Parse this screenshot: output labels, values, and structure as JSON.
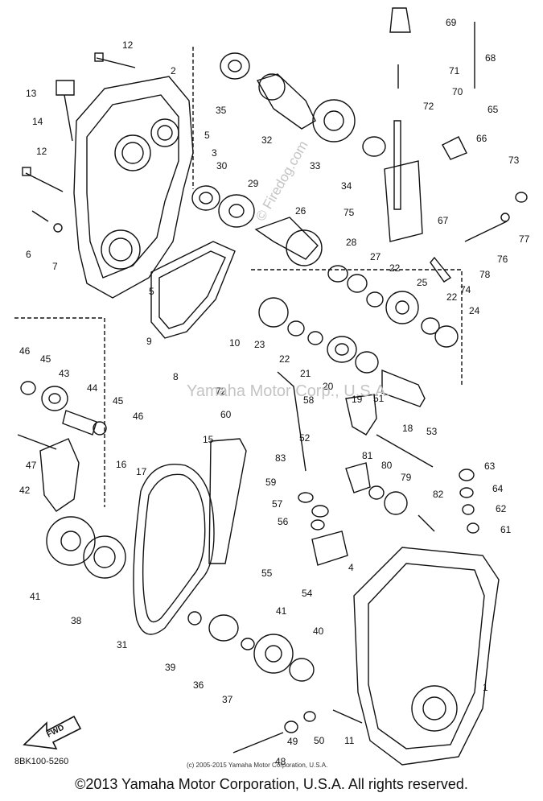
{
  "diagram": {
    "part_code": "8BK100-5260",
    "small_copyright": "(c) 2005-2015 Yamaha Motor Corporation, U.S.A.",
    "footer_copyright": "©2013 Yamaha Motor Corporation, U.S.A. All rights reserved.",
    "fwd_label": "FWD",
    "watermarks": [
      "© Firedog.com",
      "Yamaha Motor Corp., U.S.A."
    ],
    "callouts": [
      "1",
      "3",
      "4",
      "5",
      "5",
      "6",
      "7",
      "8",
      "9",
      "10",
      "11",
      "12",
      "12",
      "13",
      "14",
      "15",
      "16",
      "17",
      "18",
      "19",
      "20",
      "21",
      "22",
      "22",
      "22",
      "23",
      "24",
      "25",
      "26",
      "27",
      "28",
      "29",
      "30",
      "31",
      "32",
      "33",
      "34",
      "35",
      "36",
      "37",
      "38",
      "39",
      "40",
      "41",
      "41",
      "42",
      "43",
      "44",
      "45",
      "45",
      "46",
      "46",
      "47",
      "48",
      "49",
      "50",
      "51",
      "52",
      "53",
      "54",
      "55",
      "56",
      "57",
      "58",
      "59",
      "60",
      "61",
      "62",
      "63",
      "64",
      "65",
      "66",
      "67",
      "68",
      "69",
      "70",
      "71",
      "72",
      "72",
      "73",
      "74",
      "75",
      "76",
      "77",
      "78",
      "79",
      "80",
      "81",
      "82",
      "83",
      "2"
    ]
  }
}
